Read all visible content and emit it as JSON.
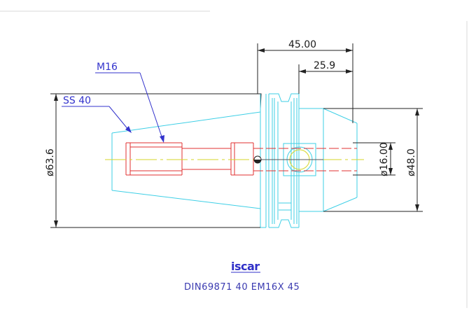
{
  "drawing": {
    "dimensions": {
      "overall_length": "45.00",
      "groove_length": "25.9",
      "flange_diameter": "ø63.6",
      "shank_diameter": "ø48.0",
      "bore_diameter": "ø16.00"
    },
    "labels": {
      "thread": "M16",
      "taper": "SS 40"
    },
    "logo_text": "iscar",
    "caption": "DIN69871 40 EM16X 45",
    "colors": {
      "outline": "#3ecfe6",
      "internal": "#e03030",
      "centerline": "#d6d62a",
      "dimension": "#222222",
      "leader": "#3333cc"
    }
  }
}
